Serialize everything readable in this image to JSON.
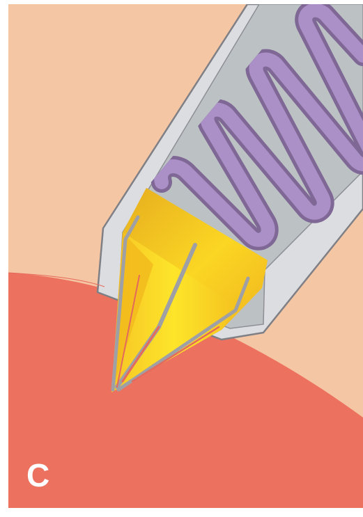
{
  "panel": {
    "label": "C"
  },
  "colors": {
    "background_skin": "#f5c6a3",
    "tissue": "#ec715f",
    "device_outer": "#dcdde1",
    "device_outline": "#7f7f86",
    "device_inner": "#bcc1c3",
    "spring": "#ab90c8",
    "spring_shadow": "#7f6896",
    "tip_gold": "#f3c420",
    "tip_bright": "#fde423",
    "wire": "#9fa0a6",
    "wire_red": "#e36a5d"
  },
  "icons": {
    "device": "needle-device-illustration",
    "spring": "coil-spring-illustration",
    "tip": "conical-electrode-tip"
  }
}
